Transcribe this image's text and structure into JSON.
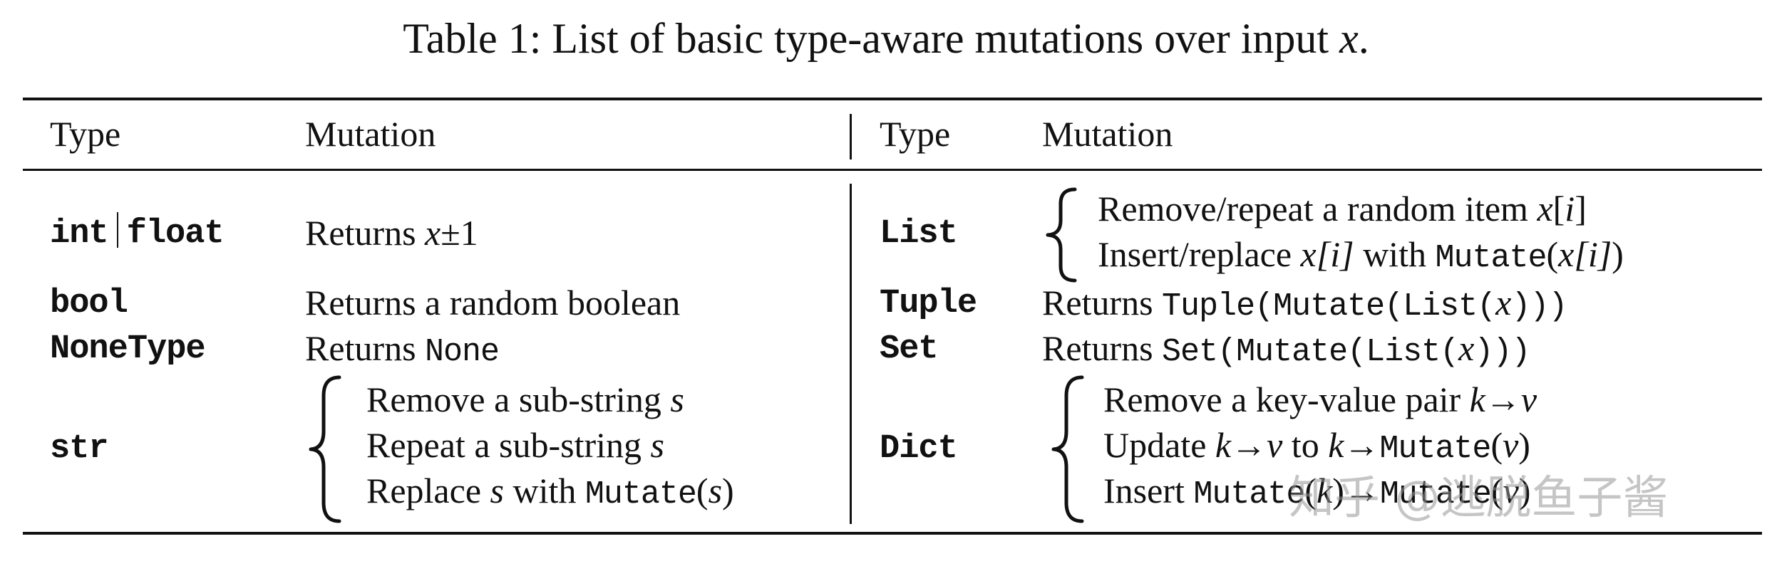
{
  "caption": {
    "prefix": "Table 1: List of basic type-aware mutations over input ",
    "var": "x",
    "suffix": "."
  },
  "headers": {
    "type": "Type",
    "mutation": "Mutation"
  },
  "left_rows": {
    "int_float": {
      "type_a": "int",
      "type_sep": "|",
      "type_b": "float",
      "text": "Returns ",
      "var": "x",
      "op": "±1"
    },
    "bool": {
      "type": "bool",
      "text": "Returns a random boolean"
    },
    "nonetype": {
      "type": "NoneType",
      "text": "Returns ",
      "code": "None"
    },
    "str": {
      "type": "str",
      "line1": {
        "text": "Remove a sub-string ",
        "var": "s"
      },
      "line2": {
        "text": "Repeat a sub-string ",
        "var": "s"
      },
      "line3": {
        "text": "Replace ",
        "var": "s",
        "text2": " with ",
        "code": "Mutate",
        "open": "(",
        "var2": "s",
        "close": ")"
      }
    }
  },
  "right_rows": {
    "list": {
      "type": "List",
      "line1": {
        "text": "Remove/repeat a random item ",
        "var": "x",
        "open": "[",
        "idx": "i",
        "close": "]"
      },
      "line2": {
        "text": "Insert/replace ",
        "var": "x",
        "bracket": "[i]",
        "text2": " with ",
        "code": "Mutate",
        "arg_open": "(",
        "arg_var": "x",
        "arg_idx": "[i]",
        "arg_close": ")"
      }
    },
    "tuple": {
      "type": "Tuple",
      "text": "Returns ",
      "code": "Tuple(Mutate(List(",
      "var": "x",
      "close": ")))"
    },
    "set": {
      "type": "Set",
      "text": "Returns ",
      "code": "Set(Mutate(List(",
      "var": "x",
      "close": ")))"
    },
    "dict": {
      "type": "Dict",
      "line1": {
        "text": "Remove a key-value pair ",
        "k": "k",
        "arrow": "→",
        "v": "v"
      },
      "line2": {
        "text": "Update ",
        "k": "k",
        "arrow": "→",
        "v": "v",
        "text2": " to ",
        "k2": "k",
        "arrow2": "→",
        "code": "Mutate",
        "open": "(",
        "v2": "v",
        "close": ")"
      },
      "line3": {
        "text": "Insert ",
        "code": "Mutate",
        "open": "(",
        "k": "k",
        "close": ")",
        "arrow": "→",
        "code2": "Mutate",
        "open2": "(",
        "v": "v",
        "close2": ")"
      }
    }
  },
  "watermark": "知乎 @逃脱鱼子酱"
}
